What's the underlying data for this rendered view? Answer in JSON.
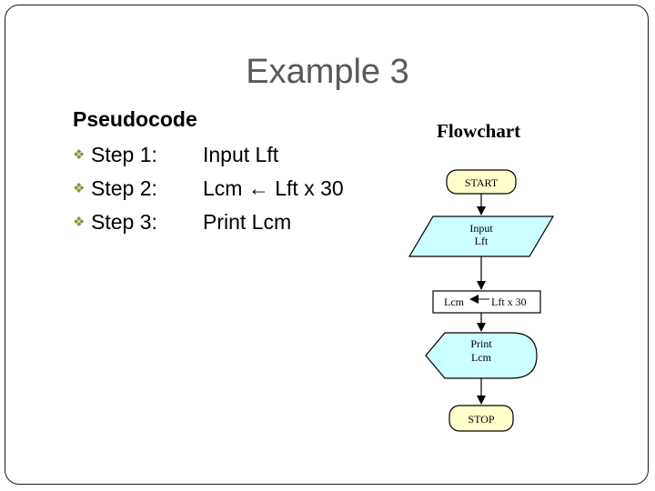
{
  "slide": {
    "title": "Example 3"
  },
  "pseudocode": {
    "heading": "Pseudocode",
    "steps": [
      {
        "label": "Step 1:",
        "action": "Input Lft"
      },
      {
        "label": "Step 2:",
        "action": "Lcm ← Lft x 30"
      },
      {
        "label": "Step 3:",
        "action": "Print Lcm"
      }
    ]
  },
  "flowchart": {
    "heading": "Flowchart",
    "start": "START",
    "input_line1": "Input",
    "input_line2": "Lft",
    "process_left": "Lcm",
    "process_right": "Lft x 30",
    "output_line1": "Print",
    "output_line2": "Lcm",
    "stop": "STOP"
  },
  "colors": {
    "terminal_fill": "#ffffcc",
    "io_fill": "#ccffff",
    "title_color": "#595959",
    "bullet_color": "#7a9a3c"
  }
}
